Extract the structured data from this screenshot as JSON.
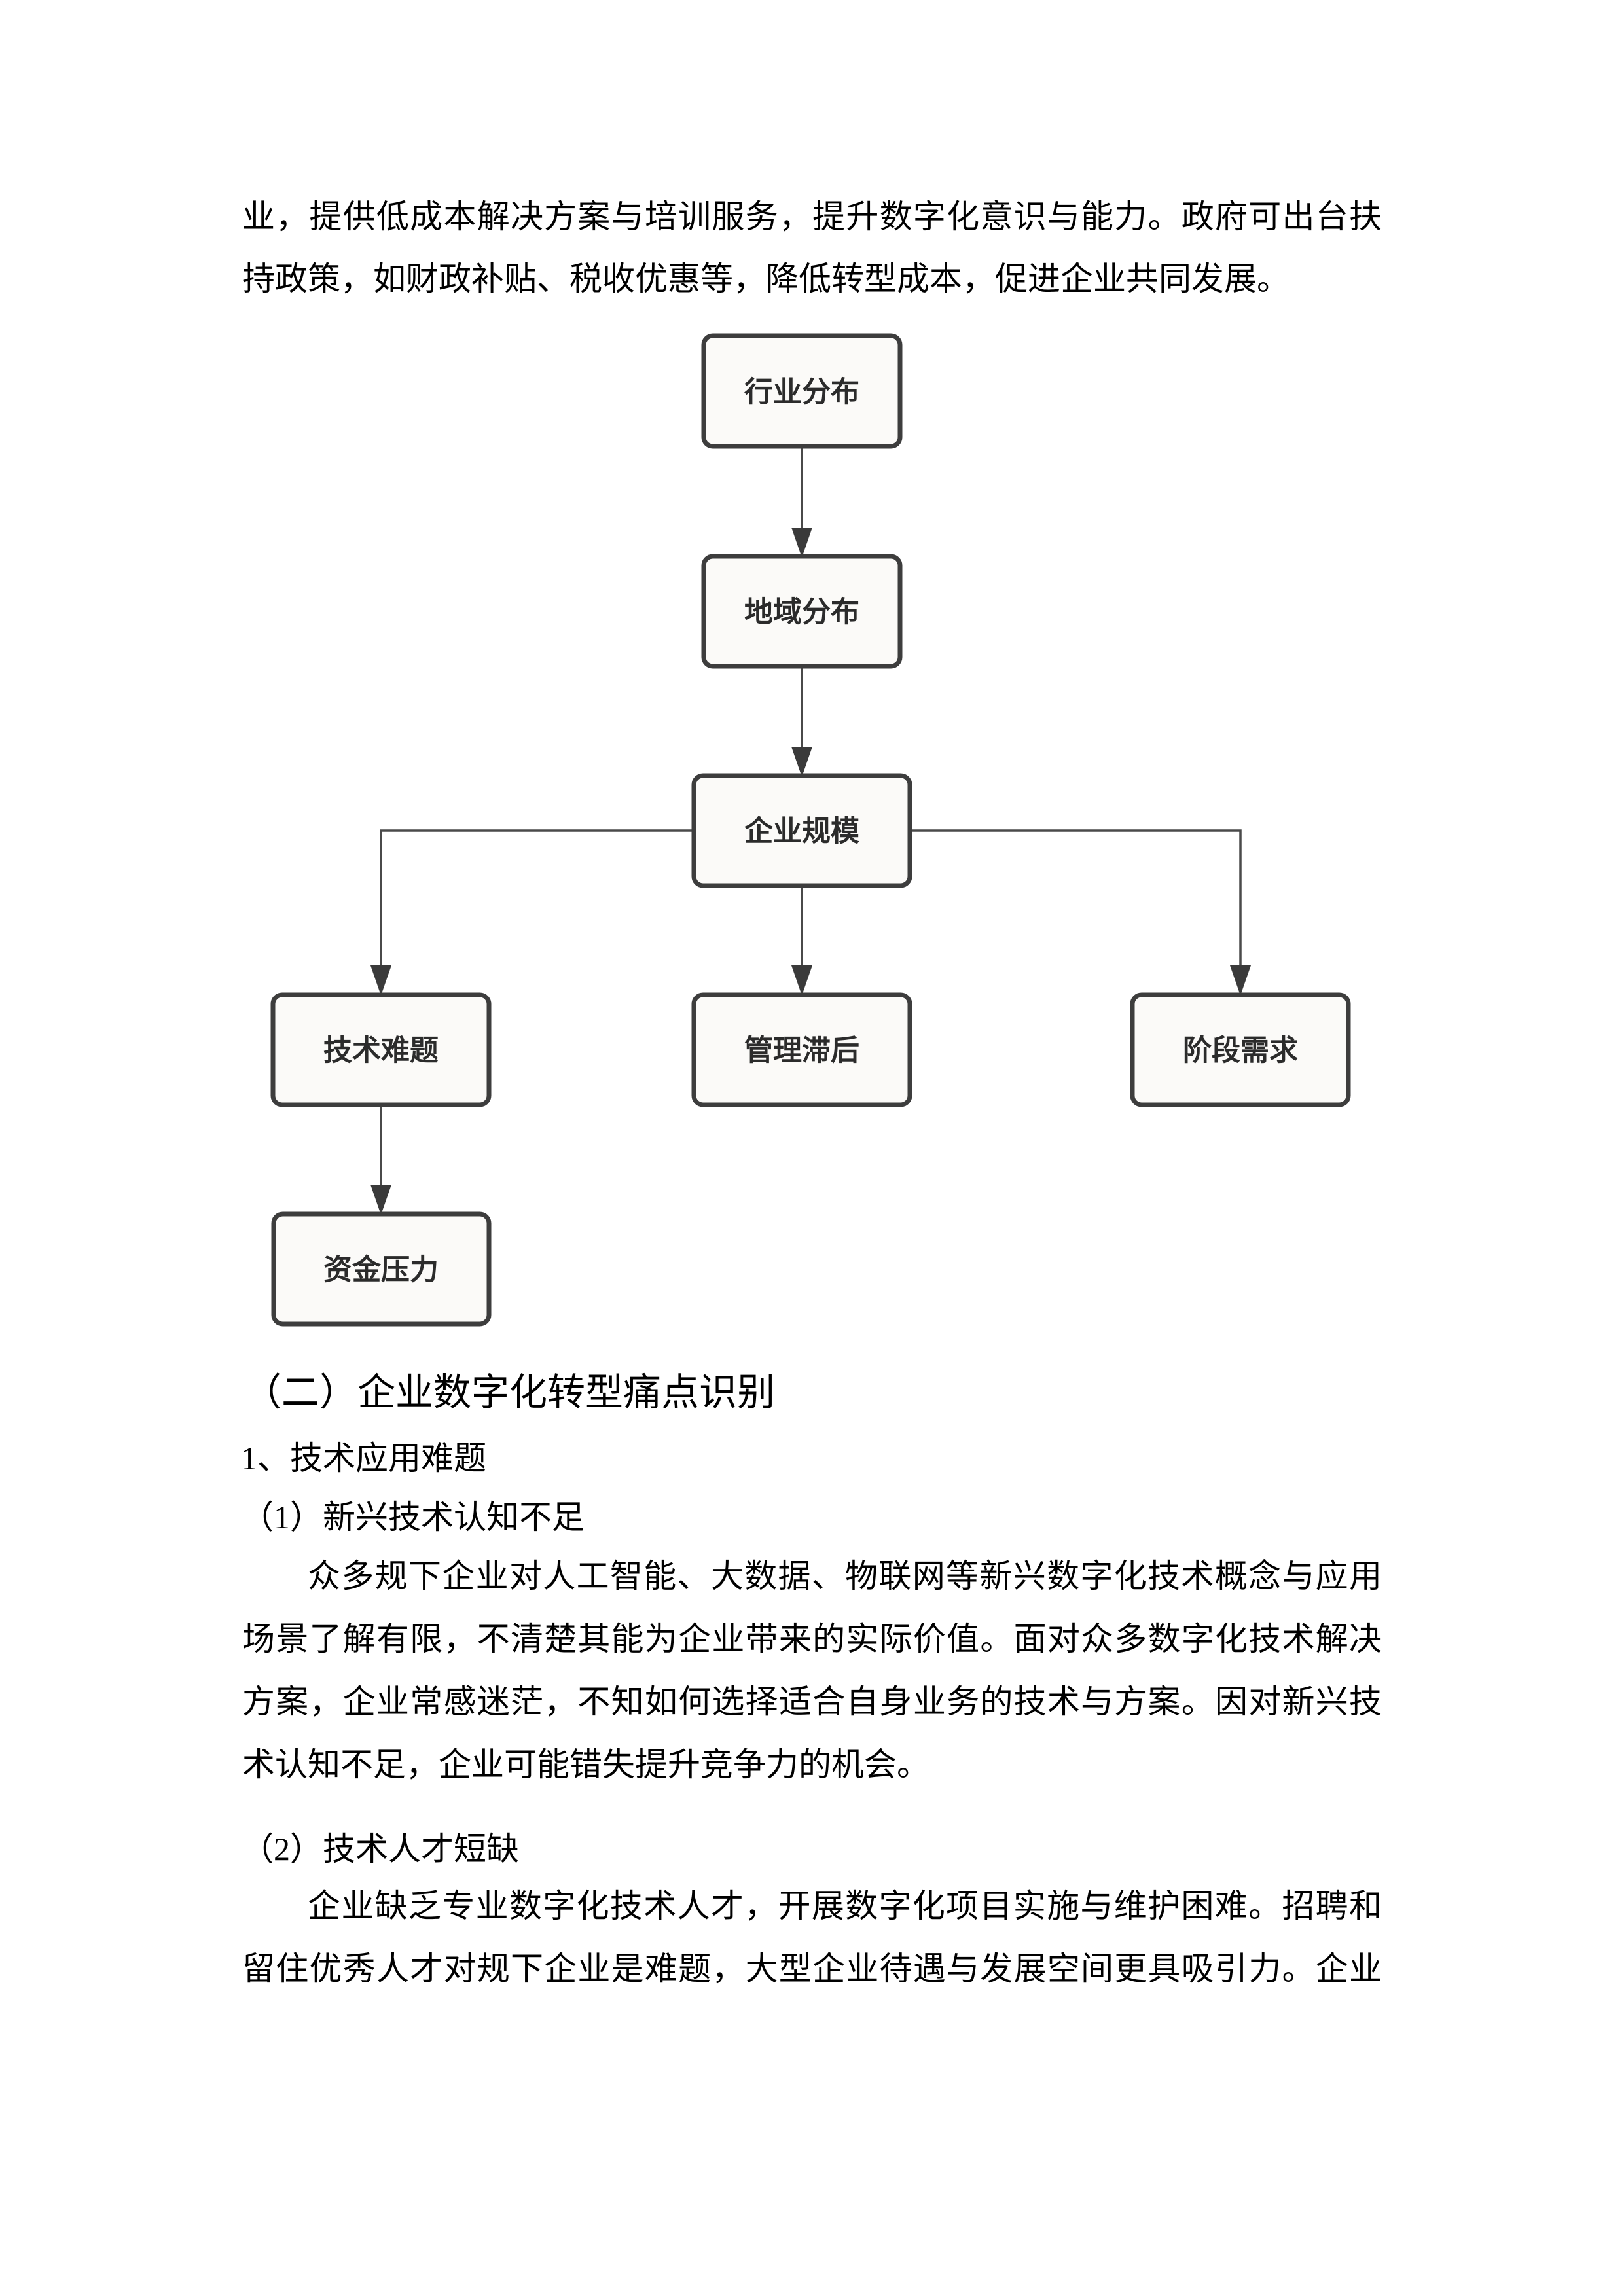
{
  "doc": {
    "top_paragraph": {
      "lines": [
        "业，提供低成本解决方案与培训服务，提升数字化意识与能力。政府可出台扶",
        "持政策，如财政补贴、税收优惠等，降低转型成本，促进企业共同发展。"
      ]
    },
    "flowchart": {
      "nodes": [
        {
          "id": "industry-distribution",
          "label": "行业分布"
        },
        {
          "id": "region-distribution",
          "label": "地域分布"
        },
        {
          "id": "enterprise-scale",
          "label": "企业规模"
        },
        {
          "id": "technical-difficulty",
          "label": "技术难题"
        },
        {
          "id": "management-lag",
          "label": "管理滞后"
        },
        {
          "id": "stage-demand",
          "label": "阶段需求"
        },
        {
          "id": "funding-pressure",
          "label": "资金压力"
        }
      ],
      "edges": [
        {
          "from": "industry-distribution",
          "to": "region-distribution"
        },
        {
          "from": "region-distribution",
          "to": "enterprise-scale"
        },
        {
          "from": "enterprise-scale",
          "to": "technical-difficulty"
        },
        {
          "from": "enterprise-scale",
          "to": "management-lag"
        },
        {
          "from": "enterprise-scale",
          "to": "stage-demand"
        },
        {
          "from": "technical-difficulty",
          "to": "funding-pressure"
        }
      ],
      "colors": {
        "box_fill": "#fbfaf8",
        "box_border": "#3d3d3d",
        "line": "#4a4a4a",
        "label": "#2b2b2b"
      }
    },
    "section_heading": "（二）企业数字化转型痛点识别",
    "sub_heading_1": "1、技术应用难题",
    "point_1_heading": "（1）新兴技术认知不足",
    "point_1_paragraph": {
      "lines": [
        "众多规下企业对人工智能、大数据、物联网等新兴数字化技术概念与应用",
        "场景了解有限，不清楚其能为企业带来的实际价值。面对众多数字化技术解决",
        "方案，企业常感迷茫，不知如何选择适合自身业务的技术与方案。因对新兴技",
        "术认知不足，企业可能错失提升竞争力的机会。"
      ]
    },
    "point_2_heading": "（2）技术人才短缺",
    "point_2_paragraph": {
      "lines": [
        "企业缺乏专业数字化技术人才，开展数字化项目实施与维护困难。招聘和",
        "留住优秀人才对规下企业是难题，大型企业待遇与发展空间更具吸引力。企业"
      ]
    }
  }
}
